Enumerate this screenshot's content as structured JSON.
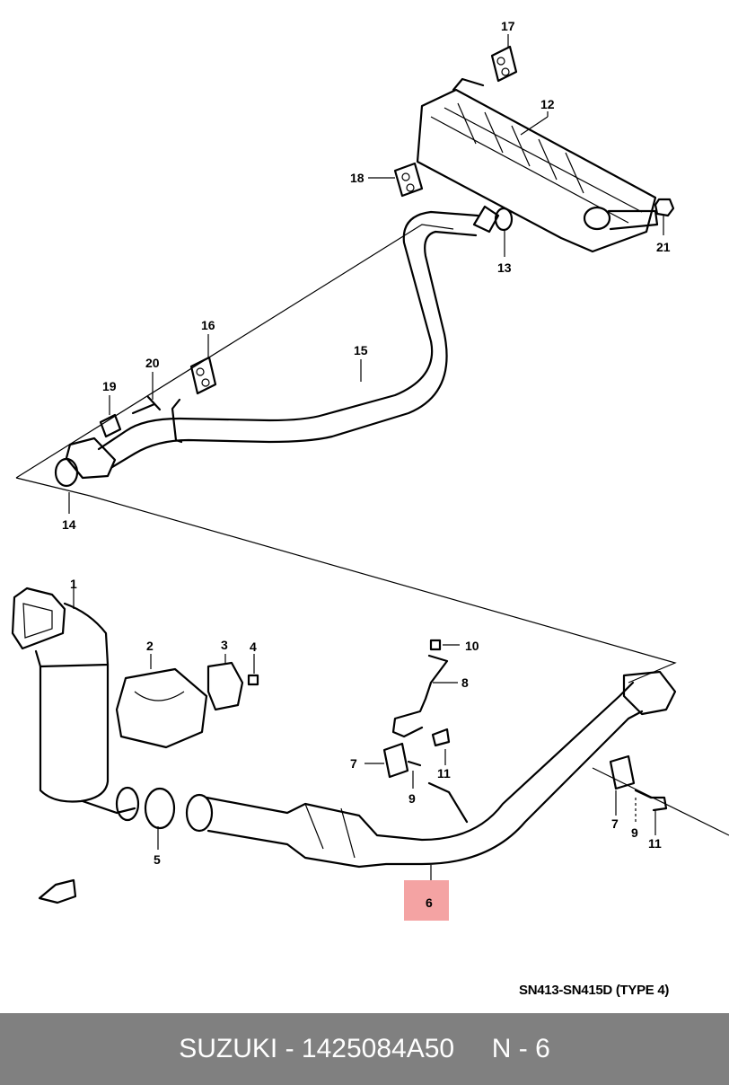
{
  "callouts": {
    "c1": "1",
    "c2": "2",
    "c3": "3",
    "c4": "4",
    "c5": "5",
    "c6": "6",
    "c7a": "7",
    "c7b": "7",
    "c8": "8",
    "c9a": "9",
    "c9b": "9",
    "c10": "10",
    "c11a": "11",
    "c11b": "11",
    "c12": "12",
    "c13": "13",
    "c14": "14",
    "c15": "15",
    "c16": "16",
    "c17": "17",
    "c18": "18",
    "c19": "19",
    "c20": "20",
    "c21": "21"
  },
  "highlight_color": "#f4a3a3",
  "revision_label": "SN413-SN415D (TYPE 4)",
  "footer": {
    "brand": "SUZUKI",
    "separator": " - ",
    "part_number": "1425084A50",
    "gap": "     ",
    "position_label": "N - 6"
  }
}
